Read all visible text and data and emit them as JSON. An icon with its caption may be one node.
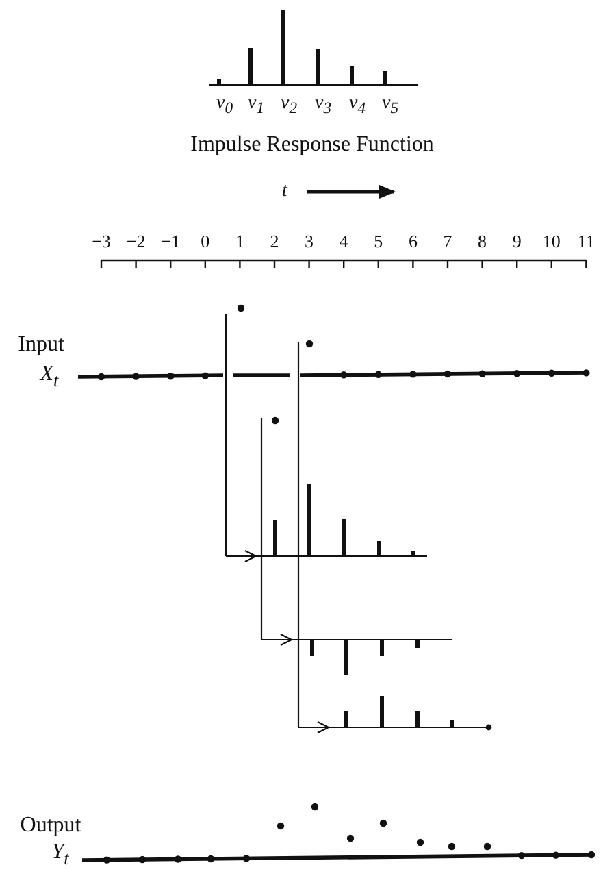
{
  "diagram": {
    "title": "Impulse Response Function",
    "labels": [
      "v$_{0}$",
      "v$_{1}$",
      "v$_{2}$",
      "v$_{3}$",
      "v$_{4}$",
      "v$_{5}$",
      "t",
      "−3",
      "−2",
      "−1",
      "0",
      "1",
      "2",
      "3",
      "4",
      "5",
      "6",
      "7",
      "8",
      "9",
      "10",
      "11",
      "Input",
      "X$_{t}$",
      "Output",
      "Y$_{t}$"
    ]
  }
}
